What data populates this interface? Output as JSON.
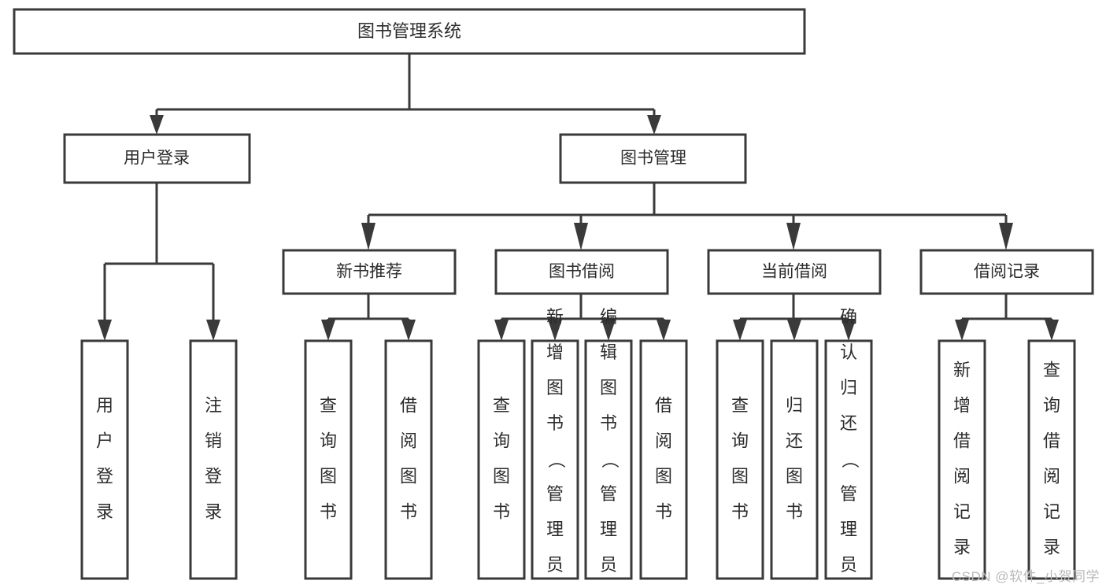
{
  "diagram": {
    "type": "tree-hierarchy",
    "title": "图书管理系统",
    "watermark": "CSDN @软件_小贺同学",
    "colors": {
      "stroke": "#3a3a3a",
      "fill": "#ffffff",
      "text": "#2b2b2b",
      "watermark": "#b9b9b9"
    },
    "levels": {
      "root": {
        "label": "图书管理系统"
      },
      "level2": [
        {
          "id": "user-login",
          "label": "用户登录"
        },
        {
          "id": "book-manage",
          "label": "图书管理"
        }
      ],
      "level3": [
        {
          "id": "new-book-recommend",
          "label": "新书推荐",
          "parent": "book-manage"
        },
        {
          "id": "book-borrow",
          "label": "图书借阅",
          "parent": "book-manage"
        },
        {
          "id": "current-borrow",
          "label": "当前借阅",
          "parent": "book-manage"
        },
        {
          "id": "borrow-record",
          "label": "借阅记录",
          "parent": "book-manage"
        }
      ],
      "leaves": [
        {
          "id": "leaf-user-login",
          "label": "用户登录",
          "parent": "user-login"
        },
        {
          "id": "leaf-logout",
          "label": "注销登录",
          "parent": "user-login"
        },
        {
          "id": "leaf-query-book-1",
          "label": "查询图书",
          "parent": "new-book-recommend"
        },
        {
          "id": "leaf-borrow-book-1",
          "label": "借阅图书",
          "parent": "new-book-recommend"
        },
        {
          "id": "leaf-query-book-2",
          "label": "查询图书",
          "parent": "book-borrow"
        },
        {
          "id": "leaf-add-book",
          "label": "新增图书（管理员）",
          "parent": "book-borrow"
        },
        {
          "id": "leaf-edit-book",
          "label": "编辑图书（管理员）",
          "parent": "book-borrow"
        },
        {
          "id": "leaf-borrow-book-2",
          "label": "借阅图书",
          "parent": "book-borrow"
        },
        {
          "id": "leaf-query-book-3",
          "label": "查询图书",
          "parent": "current-borrow"
        },
        {
          "id": "leaf-return-book",
          "label": "归还图书",
          "parent": "current-borrow"
        },
        {
          "id": "leaf-confirm-return",
          "label": "确认归还（管理员）",
          "parent": "current-borrow"
        },
        {
          "id": "leaf-add-record",
          "label": "新增借阅记录",
          "parent": "borrow-record"
        },
        {
          "id": "leaf-query-record",
          "label": "查询借阅记录",
          "parent": "borrow-record"
        }
      ]
    }
  }
}
